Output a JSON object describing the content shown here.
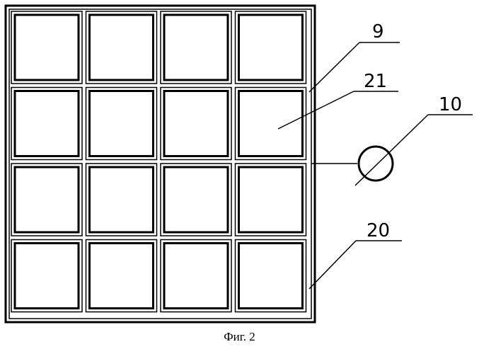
{
  "figure": {
    "grid": {
      "rows": 4,
      "cols": 4
    },
    "callouts": [
      {
        "id": "label-9",
        "text": "9"
      },
      {
        "id": "label-21",
        "text": "21"
      },
      {
        "id": "label-10",
        "text": "10"
      },
      {
        "id": "label-20",
        "text": "20"
      }
    ],
    "caption": "Фиг. 2"
  }
}
